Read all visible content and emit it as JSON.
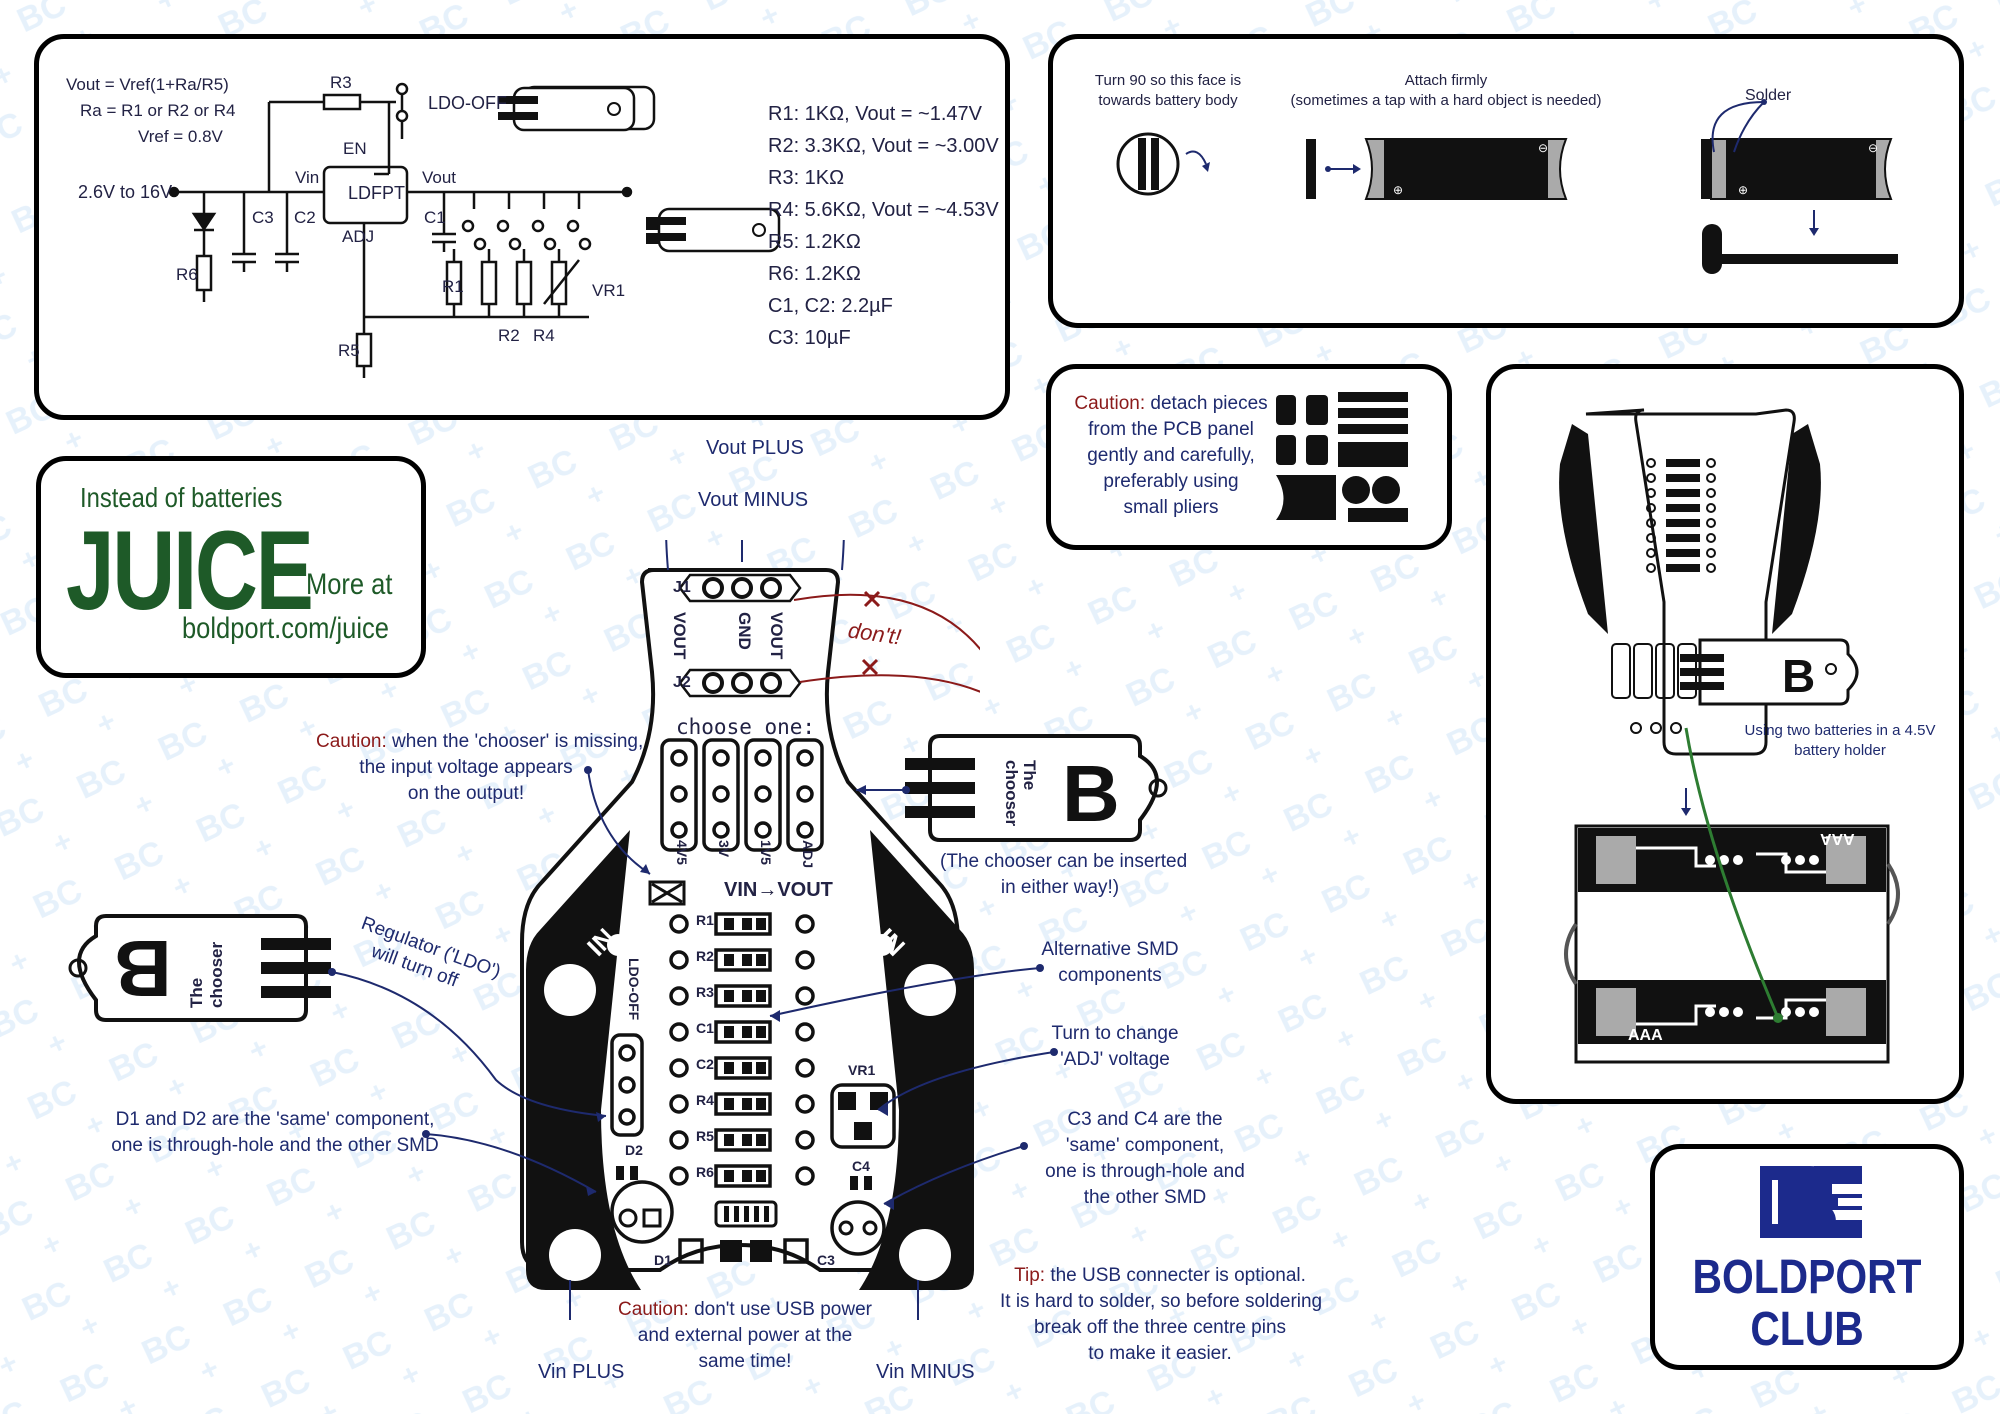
{
  "colors": {
    "navy": "#1e2a6e",
    "caution_red": "#8b1a1a",
    "juice_green": "#1e5a28",
    "background_pattern": "#e6f1fb",
    "brand_blue": "#1c2a8c"
  },
  "schematic": {
    "formula": [
      "Vout = Vref(1+Ra/R5)",
      "Ra = R1 or R2 or R4",
      "Vref = 0.8V"
    ],
    "input_range": "2.6V to 16V",
    "labels": {
      "r3": "R3",
      "ldo_off": "LDO-OFF",
      "en": "EN",
      "vin": "Vin",
      "vout": "Vout",
      "ldfpt": "LDFPT",
      "adj": "ADJ",
      "c3": "C3",
      "c2": "C2",
      "c1": "C1",
      "r6": "R6",
      "r1": "R1",
      "r2": "R2",
      "r4": "R4",
      "vr1": "VR1",
      "r5": "R5"
    },
    "values": [
      "R1: 1KΩ, Vout = ~1.47V",
      "R2: 3.3KΩ, Vout = ~3.00V",
      "R3: 1KΩ",
      "R4: 5.6KΩ, Vout = ~4.53V",
      "R5: 1.2KΩ",
      "R6: 1.2KΩ",
      "C1, C2: 2.2µF",
      "C3: 10µF"
    ]
  },
  "assembly": {
    "step1": [
      "Turn 90  so this face is",
      "towards battery body"
    ],
    "step2": [
      "Attach firmly",
      "(sometimes a tap with a hard object is needed)"
    ],
    "solder": "Solder",
    "plus": "⊕",
    "minus": "⊖"
  },
  "caution_detach": {
    "caution_word": "Caution:",
    "line1": " detach pieces",
    "lines": [
      "from the PCB panel",
      "gently and carefully,",
      "preferably using",
      "small pliers"
    ]
  },
  "juice": {
    "tagline": "Instead of batteries",
    "name": "JUICE",
    "more": "More at",
    "url": "boldport.com/juice"
  },
  "board": {
    "vout_plus": "Vout PLUS",
    "vout_minus": "Vout MINUS",
    "j1": "J1",
    "j2": "J2",
    "vout": "VOUT",
    "gnd": "GND",
    "vout2": "VOUT",
    "dont": "don't!",
    "choose_one": "choose one:",
    "options": [
      "4V5",
      "3V",
      "1V5",
      "ADJ"
    ],
    "vin_vout": "VIN→VOUT",
    "ldo_off": "LDO-OFF",
    "in_left": "IN",
    "in_right": "IN",
    "parts": [
      "R1",
      "R2",
      "R3",
      "C1",
      "C2",
      "R4",
      "R5",
      "R6"
    ],
    "vr1": "VR1",
    "c4": "C4",
    "d2": "D2",
    "d1": "D1",
    "c3": "C3",
    "vin_plus": "Vin PLUS",
    "vin_minus": "Vin MINUS"
  },
  "chooser": {
    "line1": "The",
    "line2": "chooser",
    "logo": "B",
    "note": [
      "(The chooser can be inserted",
      "in either way!)"
    ]
  },
  "notes": {
    "caution_missing": {
      "word": "Caution:",
      "rest": " when the 'chooser' is missing,",
      "lines": [
        "the input voltage appears",
        "on the output!"
      ]
    },
    "regulator": [
      "Regulator ('LDO')",
      "will turn off"
    ],
    "d1d2": [
      "D1 and D2 are the 'same' component,",
      "one is through-hole and the other SMD"
    ],
    "alt_smd": [
      "Alternative SMD",
      "components"
    ],
    "turn_adj": [
      "Turn to change",
      "'ADJ' voltage"
    ],
    "c3c4": [
      "C3 and C4 are the",
      "'same' component,",
      "one is through-hole and",
      "the other SMD"
    ],
    "caution_usb": {
      "word": "Caution:",
      "rest": " don't use USB power",
      "lines": [
        "and external power at the",
        "same time!"
      ]
    },
    "tip": {
      "word": "Tip:",
      "rest": " the USB connecter is optional.",
      "lines": [
        "It is hard to solder, so before soldering",
        "break off the three centre pins",
        "to make it easier."
      ]
    }
  },
  "battery_panel": {
    "note": [
      "Using two batteries in a 4.5V",
      "battery holder"
    ],
    "aaa": "AAA"
  },
  "brand": {
    "line1": "BOLDPORT",
    "line2": "CLUB"
  }
}
